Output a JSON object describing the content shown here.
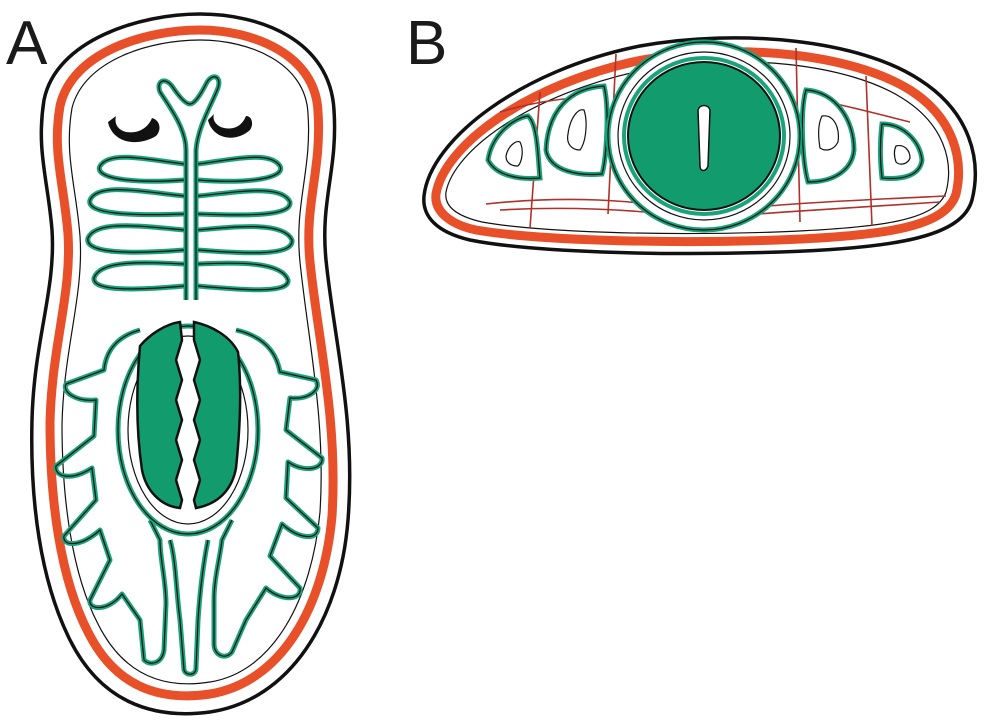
{
  "figure": {
    "panels": [
      {
        "label": "A",
        "view": "dorsal"
      },
      {
        "label": "B",
        "view": "cross-section"
      }
    ],
    "colors": {
      "outline": "#111111",
      "muscle_layer": "#e8502a",
      "gut_epithelium": "#1aa37a",
      "pharynx_fill": "#129c6e",
      "nerve_lines": "#b0302a",
      "eyespot": "#111111",
      "background": "#ffffff"
    }
  }
}
